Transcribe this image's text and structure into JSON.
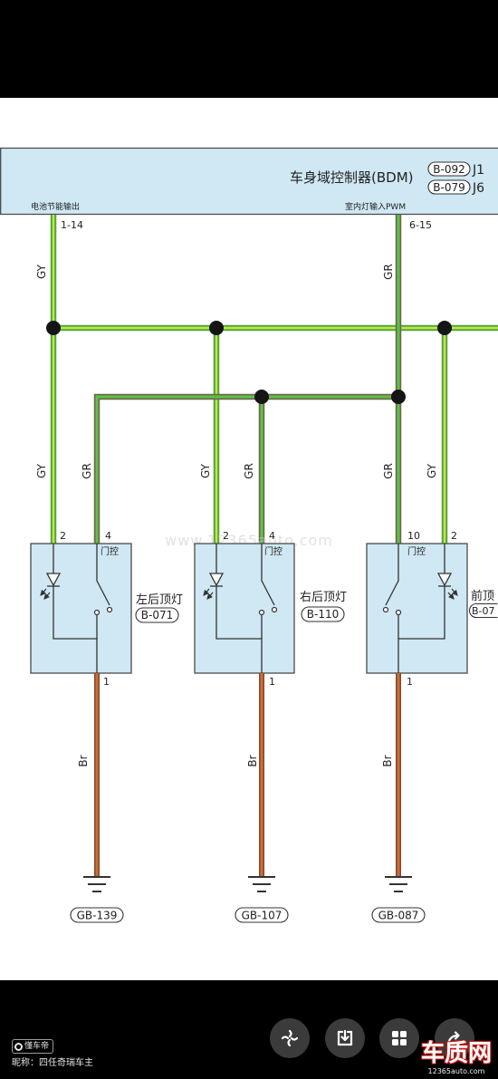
{
  "controller": {
    "title": "车身域控制器(BDM)",
    "connectors": [
      {
        "code": "B-092",
        "pin": "J1"
      },
      {
        "code": "B-079",
        "pin": "J6"
      }
    ],
    "outputs": [
      {
        "label": "电池节能输出",
        "pin": "1-14",
        "wire": "GY"
      },
      {
        "label": "室内灯输入PWM",
        "pin": "6-15",
        "wire": "GR"
      }
    ]
  },
  "lamps": [
    {
      "name": "左后顶灯",
      "code": "B-071",
      "switch_label": "门控",
      "lamp_pin": "2",
      "switch_pin": "4",
      "lamp_wire": "GY",
      "switch_wire": "GR",
      "ground_pin": "1",
      "ground_wire": "Br",
      "ground": "GB-139"
    },
    {
      "name": "右后顶灯",
      "code": "B-110",
      "switch_label": "门控",
      "lamp_pin": "2",
      "switch_pin": "4",
      "lamp_wire": "GY",
      "switch_wire": "GR",
      "ground_pin": "1",
      "ground_wire": "Br",
      "ground": "GB-107"
    },
    {
      "name": "前顶",
      "code": "B-07",
      "switch_label": "门控",
      "lamp_pin": "2",
      "switch_pin": "10",
      "lamp_wire": "GY",
      "switch_wire": "GR",
      "ground_pin": "1",
      "ground_wire": "Br",
      "ground": "GB-087"
    }
  ],
  "watermark": "www.12365auto.com",
  "footer": {
    "app_logo": "懂车帝",
    "nickname": "昵称：四任奇瑞车主",
    "brand": "车质网",
    "brand_url": "12365auto.com",
    "buttons": [
      {
        "icon": "pinwheel-icon"
      },
      {
        "icon": "download-icon"
      },
      {
        "icon": "grid-icon"
      },
      {
        "icon": "share-icon"
      }
    ]
  },
  "colors": {
    "gy_outer": "#4fa83a",
    "gy_inner": "#c8e24a",
    "gr_outer": "#6c6a48",
    "gr_inner": "#5cc24c",
    "br_outer": "#8a4522",
    "br_inner": "#c2713f",
    "module_fill": "#cfe8f3"
  }
}
